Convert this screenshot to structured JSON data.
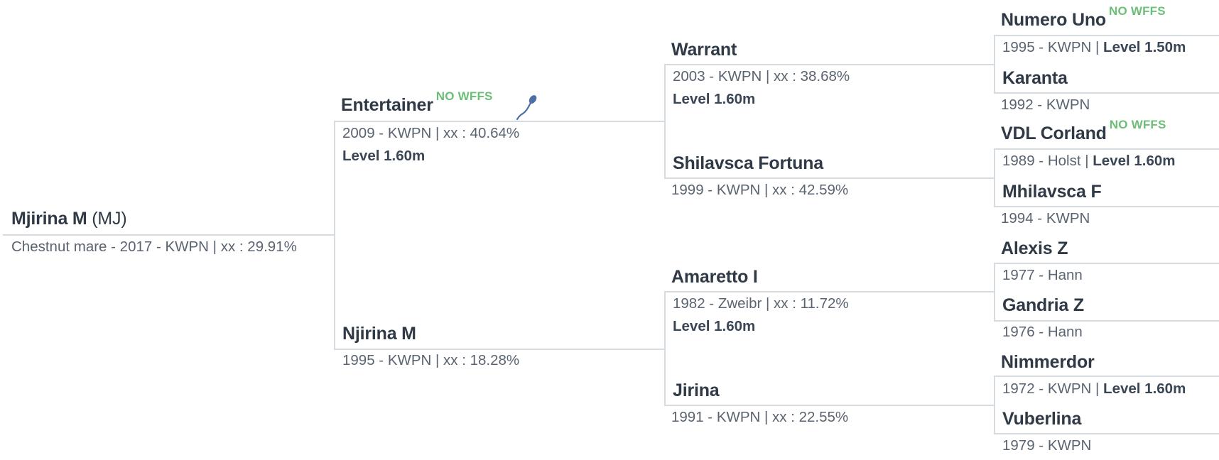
{
  "subject": {
    "name": "Mjirina M",
    "suffix": "(MJ)",
    "info": "Chestnut mare - 2017 - KWPN | xx : 29.91%"
  },
  "sire": {
    "name": "Entertainer",
    "badge": "NO WFFS",
    "info": "2009 - KWPN | xx : 40.64%",
    "level": "Level 1.60m",
    "icon": "sperm-icon"
  },
  "dam": {
    "name": "Njirina M",
    "info": "1995 - KWPN | xx : 18.28%"
  },
  "sire_sire": {
    "name": "Warrant",
    "info": "2003 - KWPN | xx : 38.68%",
    "level": "Level 1.60m"
  },
  "sire_dam": {
    "name": "Shilavsca Fortuna",
    "info": "1999 - KWPN | xx : 42.59%"
  },
  "dam_sire": {
    "name": "Amaretto I",
    "info": "1982 - Zweibr | xx : 11.72%",
    "level": "Level 1.60m"
  },
  "dam_dam": {
    "name": "Jirina",
    "info": "1991 - KWPN | xx : 22.55%"
  },
  "gen3": [
    {
      "name": "Numero Uno",
      "badge": "NO WFFS",
      "info": "1995 - KWPN | ",
      "level": "Level 1.50m"
    },
    {
      "name": "Karanta",
      "info": "1992 - KWPN"
    },
    {
      "name": "VDL Corland",
      "badge": "NO WFFS",
      "info": "1989 - Holst | ",
      "level": "Level 1.60m"
    },
    {
      "name": "Mhilavsca F",
      "info": "1994 - KWPN"
    },
    {
      "name": "Alexis Z",
      "info": "1977 - Hann"
    },
    {
      "name": "Gandria Z",
      "info": "1976 - Hann"
    },
    {
      "name": "Nimmerdor",
      "info": "1972 - KWPN | ",
      "level": "Level 1.60m"
    },
    {
      "name": "Vuberlina",
      "info": "1979 - KWPN"
    }
  ]
}
